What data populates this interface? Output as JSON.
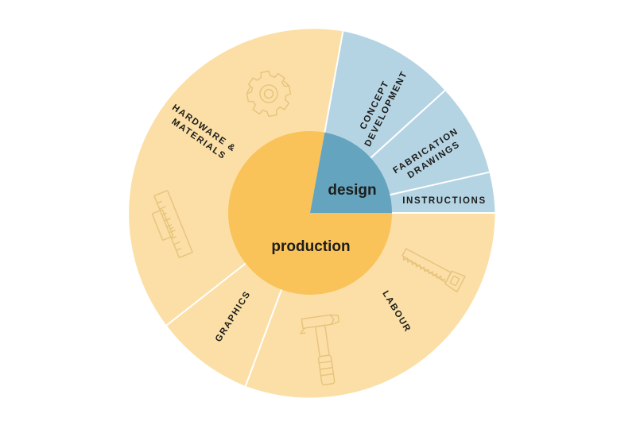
{
  "colors": {
    "production_outer": "#fbdfa6",
    "production_inner": "#fac35a",
    "design_outer": "#b5d4e3",
    "design_inner": "#64a4be",
    "separator": "#ffffff",
    "icon_stroke": "#e7c37c",
    "text": "#1d1d1b"
  },
  "diagram": {
    "center_groups": [
      {
        "key": "design",
        "label": "design"
      },
      {
        "key": "production",
        "label": "production"
      }
    ],
    "segments": [
      {
        "group": "design",
        "lines": [
          "CONCEPT",
          "DEVELOPMENT"
        ]
      },
      {
        "group": "design",
        "lines": [
          "FABRICATION",
          "DRAWINGS"
        ]
      },
      {
        "group": "design",
        "lines": [
          "INSTRUCTIONS"
        ]
      },
      {
        "group": "production",
        "lines": [
          "LABOUR"
        ],
        "icons": [
          "saw-icon",
          "hammer-icon"
        ]
      },
      {
        "group": "production",
        "lines": [
          "GRAPHICS"
        ]
      },
      {
        "group": "production",
        "lines": [
          "HARDWARE &",
          "MATERIALS"
        ],
        "icons": [
          "gear-icon",
          "ruler-icon"
        ]
      }
    ]
  }
}
